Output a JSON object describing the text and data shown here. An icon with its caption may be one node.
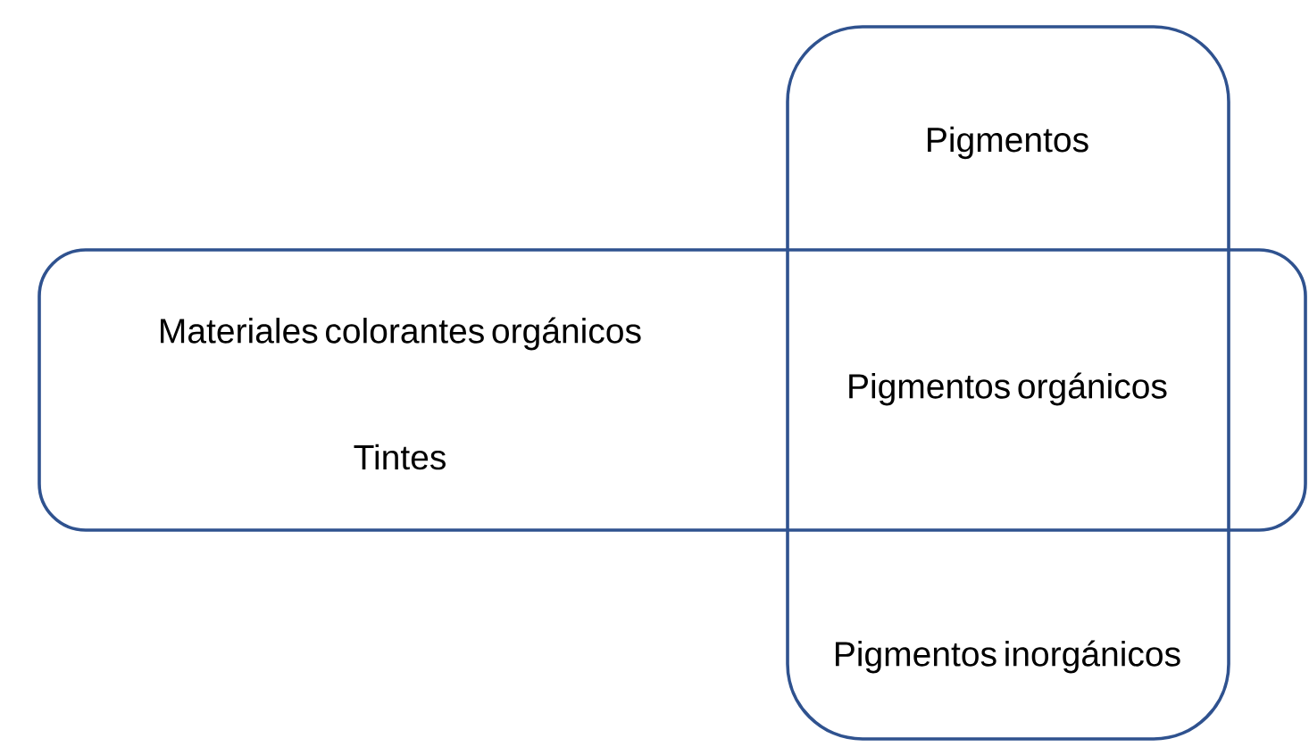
{
  "diagram": {
    "nodes": [
      {
        "text": [
          "Pigmentos",
          "Pigmentos inorgánicos"
        ]
      },
      {
        "text": [
          "Materiales colorantes orgánicos",
          "Tintes"
        ]
      }
    ],
    "labels": [
      "Pigmentos orgánicos"
    ]
  }
}
